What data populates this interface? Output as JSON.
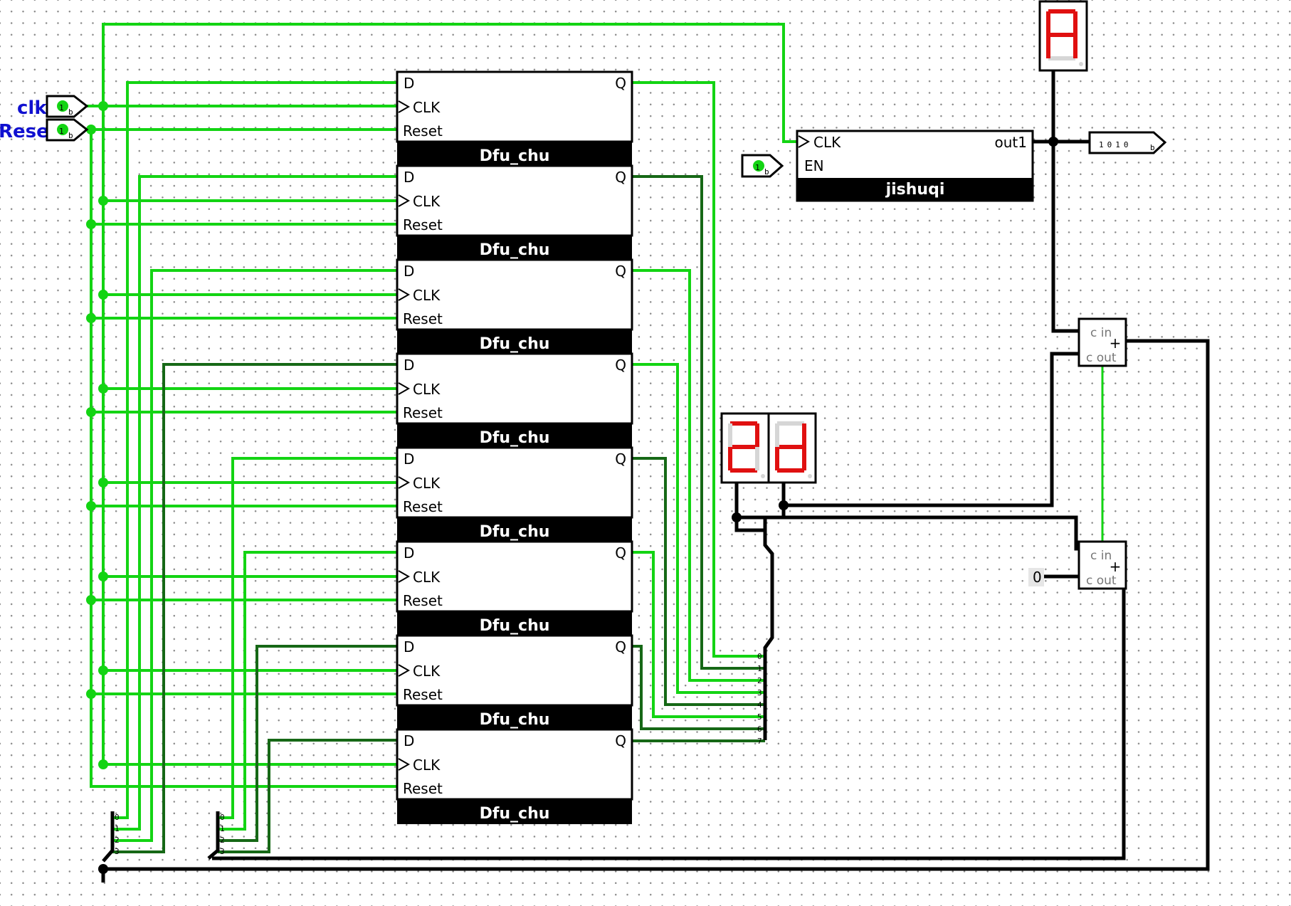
{
  "inputs": {
    "clk_label": "clk",
    "reset_label": "Reset",
    "bit_value": "1",
    "bit_suffix": "b"
  },
  "dff": {
    "count": 8,
    "name": "Dfu_chu",
    "d_label": "D",
    "clk_label": "CLK",
    "reset_label": "Reset",
    "q_label": "Q"
  },
  "counter": {
    "name": "jishuqi",
    "clk_label": "CLK",
    "en_label": "EN",
    "out_label": "out1",
    "en_value": "1",
    "en_suffix": "b"
  },
  "output_probe": {
    "value": "1010",
    "suffix": "b"
  },
  "displays": {
    "hex_top": "A",
    "hex_left": "2",
    "hex_right": "d"
  },
  "adders": {
    "cin_label": "c in",
    "cout_label": "c out",
    "op_symbol": "+",
    "const_value": "0"
  },
  "splitter_bits": [
    "0",
    "1",
    "2",
    "3",
    "4",
    "5",
    "6",
    "7"
  ],
  "colors": {
    "wire_high": "#13d413",
    "wire_low": "#166816",
    "bus": "#000000",
    "segment_on": "#e01010",
    "segment_off": "#d6d6d6",
    "pin_label": "#1010d0"
  }
}
